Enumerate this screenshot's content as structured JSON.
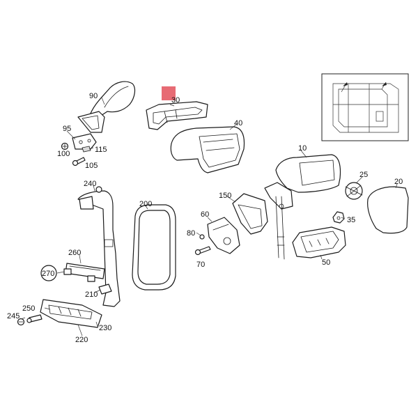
{
  "diagram": {
    "accent_color": "#e76b74",
    "callouts": [
      {
        "id": "90",
        "text": "90"
      },
      {
        "id": "30",
        "text": "30"
      },
      {
        "id": "40",
        "text": "40"
      },
      {
        "id": "95",
        "text": "95"
      },
      {
        "id": "115",
        "text": "115"
      },
      {
        "id": "100",
        "text": "100"
      },
      {
        "id": "105",
        "text": "105"
      },
      {
        "id": "10",
        "text": "10"
      },
      {
        "id": "25",
        "text": "25"
      },
      {
        "id": "20",
        "text": "20"
      },
      {
        "id": "240",
        "text": "240"
      },
      {
        "id": "200",
        "text": "200"
      },
      {
        "id": "150",
        "text": "150"
      },
      {
        "id": "60",
        "text": "60"
      },
      {
        "id": "35",
        "text": "35"
      },
      {
        "id": "80",
        "text": "80"
      },
      {
        "id": "70",
        "text": "70"
      },
      {
        "id": "50",
        "text": "50"
      },
      {
        "id": "260",
        "text": "260"
      },
      {
        "id": "270",
        "text": "270"
      },
      {
        "id": "210",
        "text": "210"
      },
      {
        "id": "250",
        "text": "250"
      },
      {
        "id": "245",
        "text": "245"
      },
      {
        "id": "230",
        "text": "230"
      },
      {
        "id": "220",
        "text": "220"
      }
    ]
  }
}
